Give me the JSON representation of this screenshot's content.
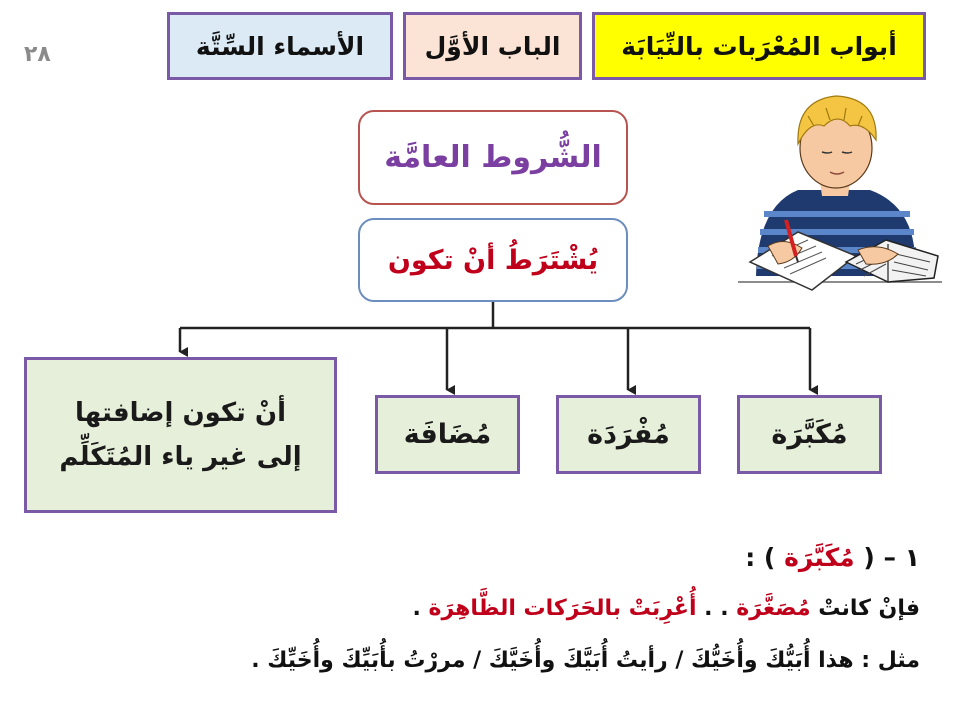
{
  "page_number": "٢٨",
  "header": {
    "topic": "أبواب المُعْرَبات بالنِّيَابَة",
    "chapter": "الباب الأوَّل",
    "section": "الأسماء السِّتَّة"
  },
  "diagram": {
    "title": "الشُّروط العامَّة",
    "condition": "يُشْتَرَطُ أنْ تكون",
    "conditions": [
      "مُكَبَّرَة",
      "مُفْرَدَة",
      "مُضَافَة"
    ],
    "last_condition": {
      "line1": "أنْ تكون إضافتها",
      "line2": "إلى غير ياء المُتَكَلِّم"
    }
  },
  "explanation": {
    "heading_number": "١ –",
    "heading_paren_open": "(",
    "heading_term": "مُكَبَّرَة",
    "heading_paren_close": ") :",
    "rule_prefix": "فإنْ كانتْ",
    "rule_term": "مُصَغَّرَة",
    "rule_mid": ". .",
    "rule_result": "أُعْرِبَتْ بالحَرَكات الظَّاهِرَة",
    "rule_end": ".",
    "example": "مثل : هذا أُبَيُّكَ وأُخَيُّكَ / رأيتُ أُبَيَّكَ وأُخَيَّكَ / مررْتُ بأُبَيِّكَ وأُخَيِّكَ ."
  },
  "illustration": {
    "icon": "boy-writing-icon",
    "colors": {
      "hair": "#f4c542",
      "shirt_dark": "#1f3a6e",
      "shirt_light": "#5b86c9",
      "skin": "#f6c9a3"
    }
  },
  "colors": {
    "frame_purple": "#7a5aa6",
    "title_border": "#b85450",
    "condition_border": "#6c8ebf",
    "title_text": "#7a3fa0",
    "highlight_red": "#c0001a",
    "box_green": "#e6efd9",
    "header_yellow": "#ffff00",
    "header_peach": "#fbe4d5",
    "header_blue": "#dbeaf5"
  }
}
